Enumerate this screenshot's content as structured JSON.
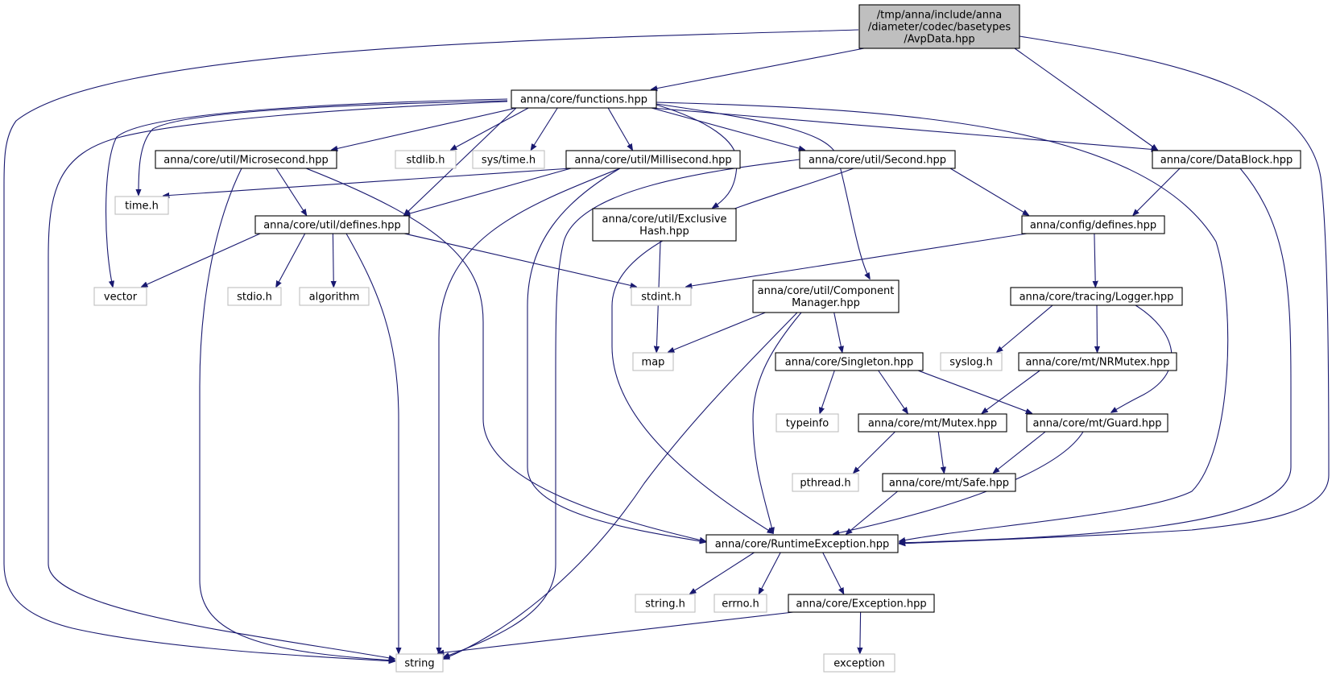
{
  "nodes": [
    {
      "id": "avpdata",
      "lines": [
        "/tmp/anna/include/anna",
        "/diameter/codec/basetypes",
        "/AvpData.hpp"
      ],
      "kind": "main"
    },
    {
      "id": "functions",
      "lines": [
        "anna/core/functions.hpp"
      ],
      "kind": "normal"
    },
    {
      "id": "microsecond",
      "lines": [
        "anna/core/util/Microsecond.hpp"
      ],
      "kind": "normal"
    },
    {
      "id": "stdlib",
      "lines": [
        "stdlib.h"
      ],
      "kind": "ext"
    },
    {
      "id": "systime",
      "lines": [
        "sys/time.h"
      ],
      "kind": "ext"
    },
    {
      "id": "millisecond",
      "lines": [
        "anna/core/util/Millisecond.hpp"
      ],
      "kind": "normal"
    },
    {
      "id": "second",
      "lines": [
        "anna/core/util/Second.hpp"
      ],
      "kind": "normal"
    },
    {
      "id": "datablock",
      "lines": [
        "anna/core/DataBlock.hpp"
      ],
      "kind": "normal"
    },
    {
      "id": "timeh",
      "lines": [
        "time.h"
      ],
      "kind": "ext"
    },
    {
      "id": "utildefines",
      "lines": [
        "anna/core/util/defines.hpp"
      ],
      "kind": "normal"
    },
    {
      "id": "exclusivehash",
      "lines": [
        "anna/core/util/Exclusive",
        "Hash.hpp"
      ],
      "kind": "normal"
    },
    {
      "id": "configdefines",
      "lines": [
        "anna/config/defines.hpp"
      ],
      "kind": "normal"
    },
    {
      "id": "vector",
      "lines": [
        "vector"
      ],
      "kind": "ext"
    },
    {
      "id": "stdio",
      "lines": [
        "stdio.h"
      ],
      "kind": "ext"
    },
    {
      "id": "algorithm",
      "lines": [
        "algorithm"
      ],
      "kind": "ext"
    },
    {
      "id": "stdint",
      "lines": [
        "stdint.h"
      ],
      "kind": "ext"
    },
    {
      "id": "componentmanager",
      "lines": [
        "anna/core/util/Component",
        "Manager.hpp"
      ],
      "kind": "normal"
    },
    {
      "id": "logger",
      "lines": [
        "anna/core/tracing/Logger.hpp"
      ],
      "kind": "normal"
    },
    {
      "id": "map",
      "lines": [
        "map"
      ],
      "kind": "ext"
    },
    {
      "id": "singleton",
      "lines": [
        "anna/core/Singleton.hpp"
      ],
      "kind": "normal"
    },
    {
      "id": "syslog",
      "lines": [
        "syslog.h"
      ],
      "kind": "ext"
    },
    {
      "id": "nrmutex",
      "lines": [
        "anna/core/mt/NRMutex.hpp"
      ],
      "kind": "normal"
    },
    {
      "id": "typeinfo",
      "lines": [
        "typeinfo"
      ],
      "kind": "ext"
    },
    {
      "id": "mutex",
      "lines": [
        "anna/core/mt/Mutex.hpp"
      ],
      "kind": "normal"
    },
    {
      "id": "guard",
      "lines": [
        "anna/core/mt/Guard.hpp"
      ],
      "kind": "normal"
    },
    {
      "id": "pthread",
      "lines": [
        "pthread.h"
      ],
      "kind": "ext"
    },
    {
      "id": "safe",
      "lines": [
        "anna/core/mt/Safe.hpp"
      ],
      "kind": "normal"
    },
    {
      "id": "runtimeexception",
      "lines": [
        "anna/core/RuntimeException.hpp"
      ],
      "kind": "normal"
    },
    {
      "id": "stringh",
      "lines": [
        "string.h"
      ],
      "kind": "ext"
    },
    {
      "id": "errno",
      "lines": [
        "errno.h"
      ],
      "kind": "ext"
    },
    {
      "id": "exception_hpp",
      "lines": [
        "anna/core/Exception.hpp"
      ],
      "kind": "normal"
    },
    {
      "id": "string",
      "lines": [
        "string"
      ],
      "kind": "ext"
    },
    {
      "id": "exception",
      "lines": [
        "exception"
      ],
      "kind": "ext"
    }
  ],
  "edges": [
    {
      "from": "avpdata",
      "to": "functions"
    },
    {
      "from": "avpdata",
      "to": "datablock"
    },
    {
      "from": "avpdata",
      "to": "string"
    },
    {
      "from": "avpdata",
      "to": "runtimeexception"
    },
    {
      "from": "functions",
      "to": "microsecond"
    },
    {
      "from": "functions",
      "to": "stdlib"
    },
    {
      "from": "functions",
      "to": "systime"
    },
    {
      "from": "functions",
      "to": "millisecond"
    },
    {
      "from": "functions",
      "to": "second"
    },
    {
      "from": "functions",
      "to": "datablock"
    },
    {
      "from": "functions",
      "to": "timeh"
    },
    {
      "from": "functions",
      "to": "utildefines"
    },
    {
      "from": "functions",
      "to": "exclusivehash"
    },
    {
      "from": "functions",
      "to": "vector"
    },
    {
      "from": "functions",
      "to": "componentmanager"
    },
    {
      "from": "functions",
      "to": "string"
    },
    {
      "from": "functions",
      "to": "runtimeexception"
    },
    {
      "from": "microsecond",
      "to": "utildefines"
    },
    {
      "from": "microsecond",
      "to": "string"
    },
    {
      "from": "microsecond",
      "to": "runtimeexception"
    },
    {
      "from": "millisecond",
      "to": "timeh"
    },
    {
      "from": "millisecond",
      "to": "utildefines"
    },
    {
      "from": "millisecond",
      "to": "string"
    },
    {
      "from": "millisecond",
      "to": "runtimeexception"
    },
    {
      "from": "second",
      "to": "configdefines"
    },
    {
      "from": "second",
      "to": "string"
    },
    {
      "from": "second",
      "to": "runtimeexception"
    },
    {
      "from": "datablock",
      "to": "configdefines"
    },
    {
      "from": "datablock",
      "to": "runtimeexception"
    },
    {
      "from": "utildefines",
      "to": "vector"
    },
    {
      "from": "utildefines",
      "to": "stdio"
    },
    {
      "from": "utildefines",
      "to": "algorithm"
    },
    {
      "from": "utildefines",
      "to": "stdint"
    },
    {
      "from": "utildefines",
      "to": "string"
    },
    {
      "from": "exclusivehash",
      "to": "map"
    },
    {
      "from": "configdefines",
      "to": "stdint"
    },
    {
      "from": "configdefines",
      "to": "logger"
    },
    {
      "from": "componentmanager",
      "to": "map"
    },
    {
      "from": "componentmanager",
      "to": "singleton"
    },
    {
      "from": "componentmanager",
      "to": "string"
    },
    {
      "from": "componentmanager",
      "to": "runtimeexception"
    },
    {
      "from": "logger",
      "to": "syslog"
    },
    {
      "from": "logger",
      "to": "nrmutex"
    },
    {
      "from": "logger",
      "to": "guard"
    },
    {
      "from": "singleton",
      "to": "typeinfo"
    },
    {
      "from": "singleton",
      "to": "mutex"
    },
    {
      "from": "singleton",
      "to": "guard"
    },
    {
      "from": "nrmutex",
      "to": "mutex"
    },
    {
      "from": "mutex",
      "to": "pthread"
    },
    {
      "from": "mutex",
      "to": "safe"
    },
    {
      "from": "guard",
      "to": "safe"
    },
    {
      "from": "guard",
      "to": "runtimeexception"
    },
    {
      "from": "safe",
      "to": "runtimeexception"
    },
    {
      "from": "runtimeexception",
      "to": "stringh"
    },
    {
      "from": "runtimeexception",
      "to": "errno"
    },
    {
      "from": "runtimeexception",
      "to": "exception_hpp"
    },
    {
      "from": "exception_hpp",
      "to": "string"
    },
    {
      "from": "exception_hpp",
      "to": "exception"
    }
  ]
}
